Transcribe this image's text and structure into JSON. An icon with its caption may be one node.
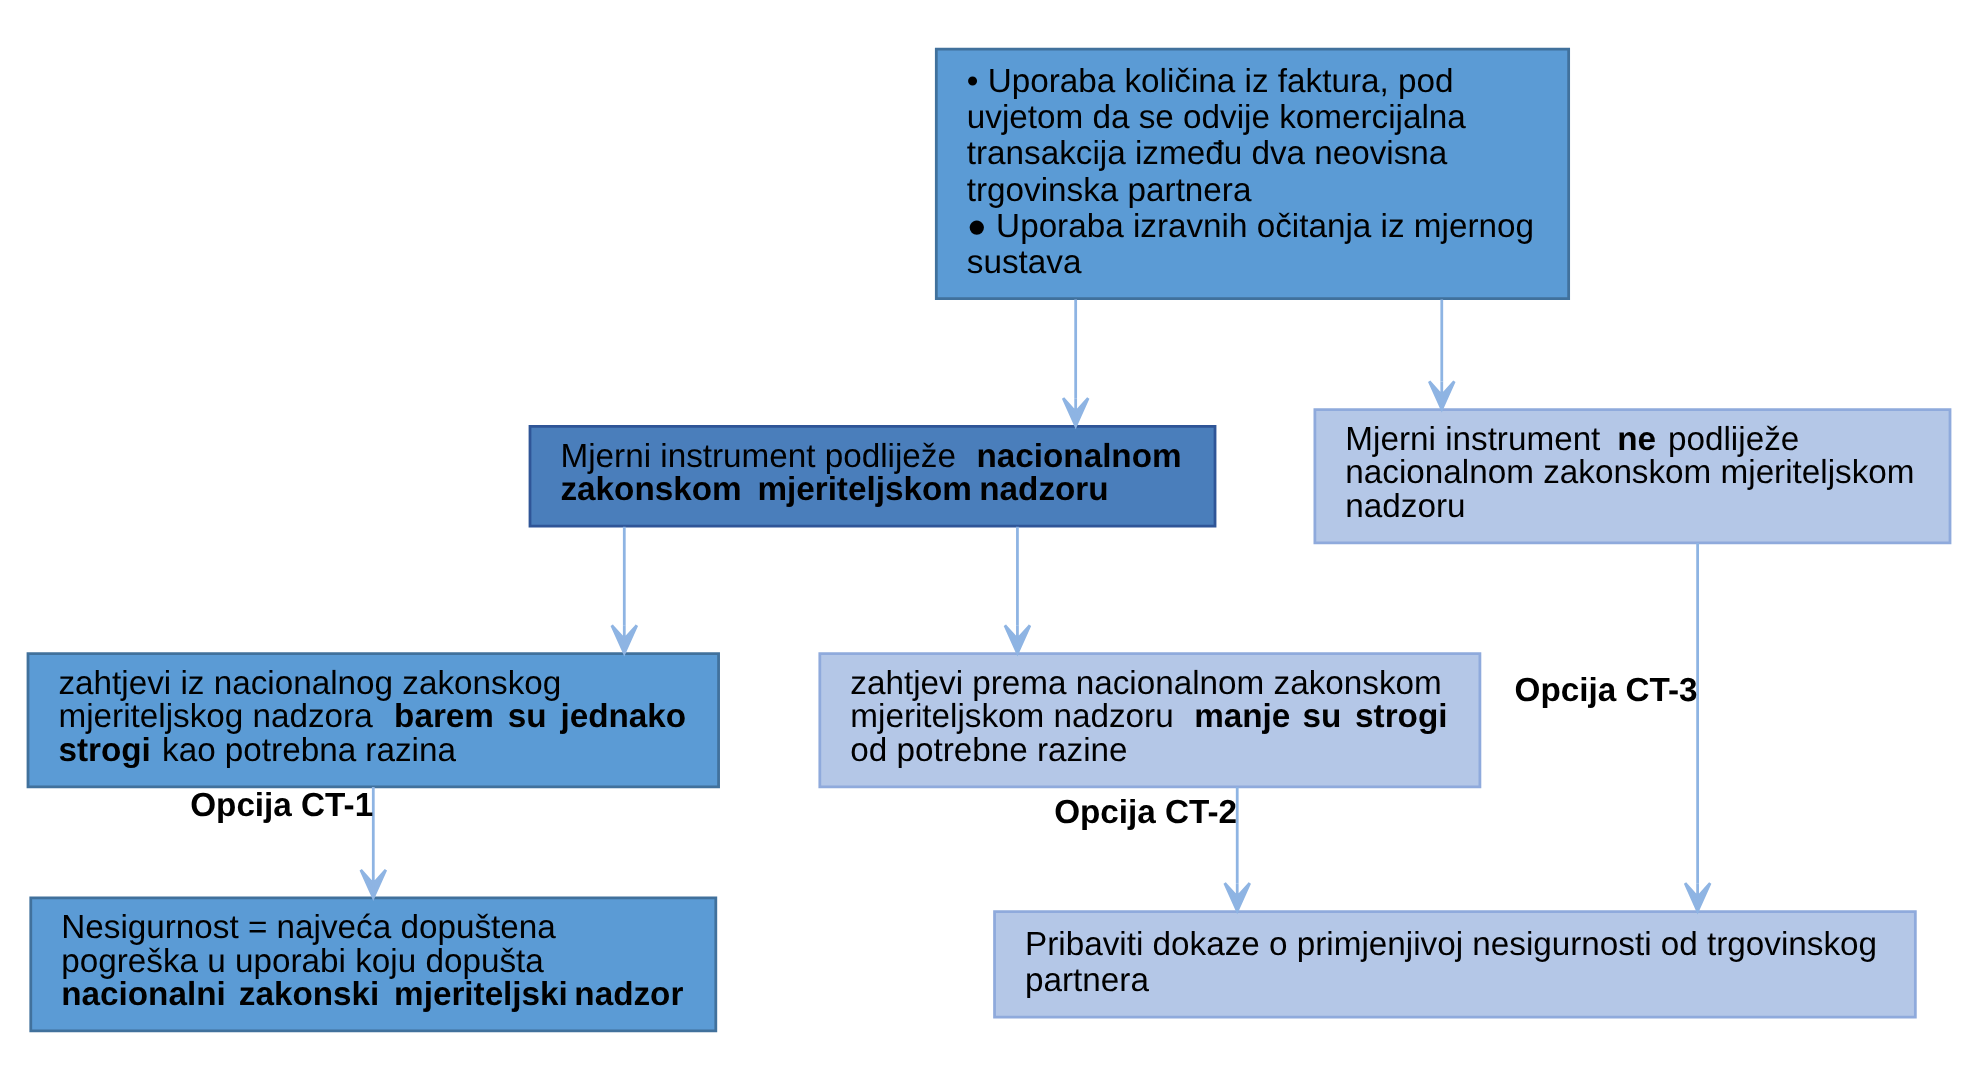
{
  "diagram": {
    "nodes": [
      {
        "text": [
          "• Uporaba količina iz faktura, pod uvjetom da se odvije komercijalna transakcija između dva neovisna trgovinska partnera",
          "● Uporaba izravnih očitanja iz mjernog sustava"
        ]
      },
      {
        "text": [
          "Mjerni instrument podliježe **nacionalnom zakonskom mjeriteljskom nadzoru**"
        ]
      },
      {
        "text": [
          "Mjerni instrument **ne** podliježe nacionalnom zakonskom mjeriteljskom nadzoru"
        ]
      },
      {
        "text": [
          "zahtjevi iz nacionalnog zakonskog mjeriteljskog nadzora **barem su jednako strogi** kao potrebna razina"
        ]
      },
      {
        "text": [
          "zahtjevi prema nacionalnom zakonskom mjeriteljskom nadzoru **manje su strogi** od potrebne razine"
        ]
      },
      {
        "text": [
          "Nesigurnost = najveća dopuštena pogreška u uporabi koju dopušta **nacionalni zakonski mjeriteljski nadzor**"
        ]
      },
      {
        "text": [
          "Pribaviti dokaze o primjenjivoj nesigurnosti od trgovinskog partnera"
        ]
      }
    ],
    "edges": [
      {
        "from": 0,
        "to": 1,
        "arrow": "to"
      },
      {
        "from": 0,
        "to": 2,
        "arrow": "to"
      },
      {
        "from": 1,
        "to": 3,
        "arrow": "to"
      },
      {
        "from": 1,
        "to": 4,
        "arrow": "to"
      },
      {
        "from": 3,
        "to": 5,
        "arrow": "to",
        "label": "Opcija CT-1"
      },
      {
        "from": 4,
        "to": 6,
        "arrow": "to",
        "label": "Opcija CT-2"
      },
      {
        "from": 2,
        "to": 6,
        "arrow": "to",
        "label": "Opcija CT-3"
      }
    ]
  }
}
